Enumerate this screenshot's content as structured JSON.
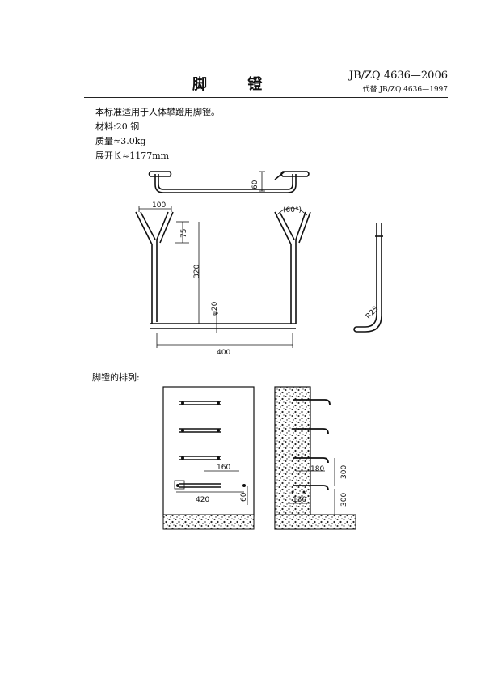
{
  "header": {
    "title": "脚 镫",
    "standard_no": "JB/ZQ 4636—2006",
    "replaces": "代替 JB/ZQ 4636—1997"
  },
  "intro": {
    "scope": "本标准适用于人体攀蹬用脚镫。",
    "material": "材料:20 钢",
    "mass": "质量≈3.0kg",
    "length": "展开长≈1177mm"
  },
  "drawing_dims": {
    "d60_top": "60",
    "d100": "100",
    "d75": "75",
    "d320": "320",
    "d20": "φ20",
    "d400": "400",
    "angle": "(60°)",
    "r25": "R25"
  },
  "arrangement": {
    "caption": "脚镫的排列:",
    "d160": "160",
    "d420": "420",
    "d60": "60",
    "d180": "180",
    "d300a": "300",
    "d300b": "300",
    "d130": "130"
  }
}
